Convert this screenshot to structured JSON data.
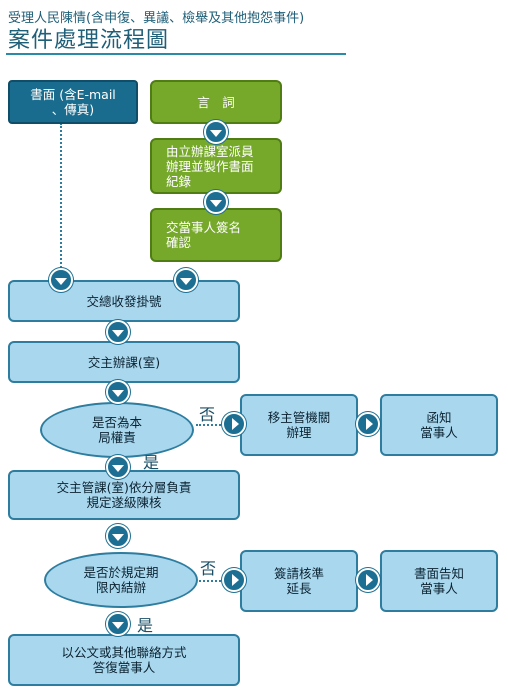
{
  "header": {
    "subtitle": "受理人民陳情(含申復、異議、檢舉及其他抱怨事件)",
    "title": "案件處理流程圖"
  },
  "nodes": {
    "written": "書面 (含E-mail\n、傳真)",
    "verbal": "言　詞",
    "record": "由立辦課室派員\n辦理並製作書面\n紀錄",
    "sign": "交當事人簽名\n確認",
    "register": "交總收發掛號",
    "host_unit": "交主辦課(室)",
    "authority_q": "是否為本\n局權責",
    "transfer": "移主管機關\n辦理",
    "notify1": "函知\n當事人",
    "level_review": "交主管課(室)依分層負責\n規定遂級陳核",
    "deadline_q": "是否於規定期\n限內結辦",
    "extend": "簽請核準\n延長",
    "notify2": "書面告知\n當事人",
    "reply": "以公文或其他聯絡方式\n答復當事人"
  },
  "labels": {
    "no1": "否",
    "yes1": "是",
    "no2": "否",
    "yes2": "是"
  },
  "colors": {
    "light_fill": "#a9d7ee",
    "dark_fill": "#1a6c8e",
    "green_fill": "#76a82a",
    "connector": "#1c6f92"
  }
}
